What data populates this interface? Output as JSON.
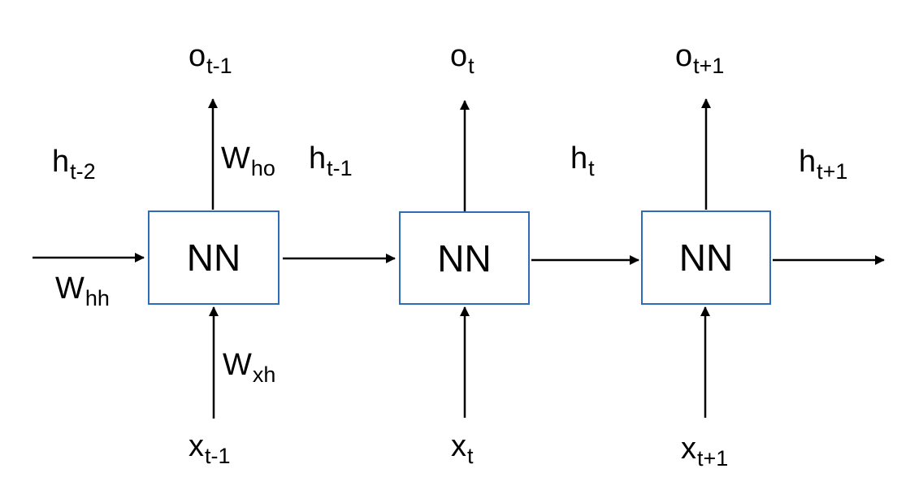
{
  "cells": [
    {
      "label": "NN"
    },
    {
      "label": "NN"
    },
    {
      "label": "NN"
    }
  ],
  "outputs": [
    {
      "base": "o",
      "sub": "t-1"
    },
    {
      "base": "o",
      "sub": "t"
    },
    {
      "base": "o",
      "sub": "t+1"
    }
  ],
  "inputs": [
    {
      "base": "x",
      "sub": "t-1"
    },
    {
      "base": "x",
      "sub": "t"
    },
    {
      "base": "x",
      "sub": "t+1"
    }
  ],
  "hidden": [
    {
      "base": "h",
      "sub": "t-2"
    },
    {
      "base": "h",
      "sub": "t-1"
    },
    {
      "base": "h",
      "sub": "t"
    },
    {
      "base": "h",
      "sub": "t+1"
    }
  ],
  "weights": {
    "hh": {
      "base": "W",
      "sub": "hh"
    },
    "ho": {
      "base": "W",
      "sub": "ho"
    },
    "xh": {
      "base": "W",
      "sub": "xh"
    }
  },
  "colors": {
    "box_border": "#2e6db5",
    "arrow": "#000000"
  }
}
